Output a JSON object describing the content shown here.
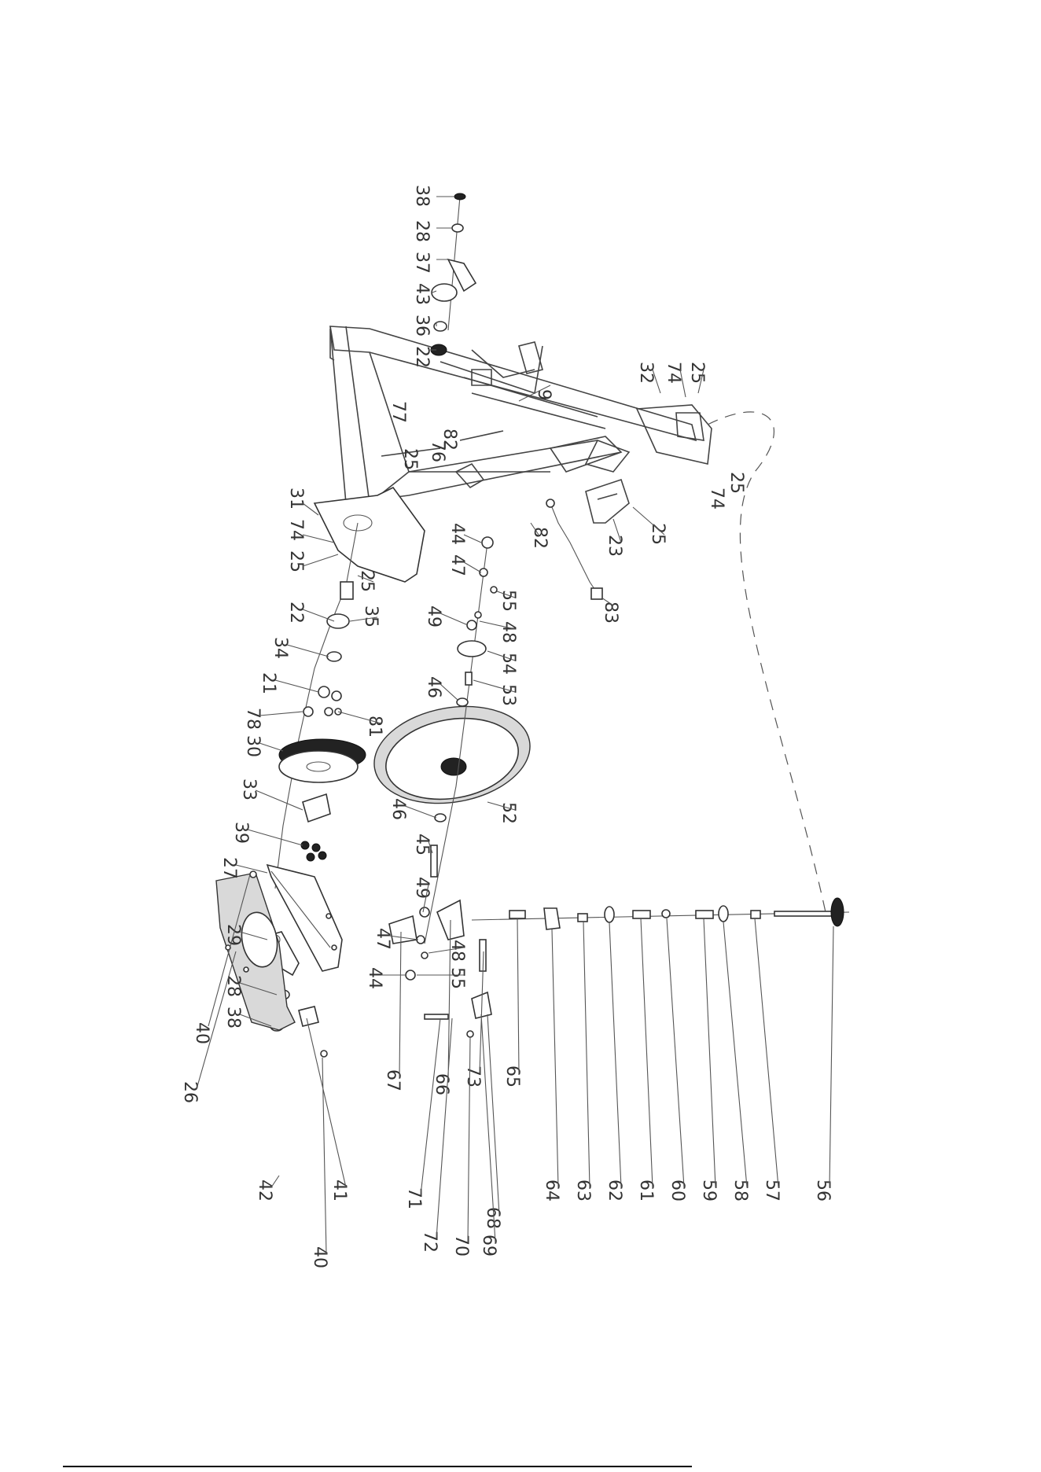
{
  "labels": {
    "l38a": "38",
    "l28a": "28",
    "l37": "37",
    "l43": "43",
    "l36": "36",
    "l22a": "22",
    "l9": "9",
    "l25a": "25",
    "l74a": "74",
    "l32": "32",
    "l25b": "25",
    "l74b": "74",
    "l77": "77",
    "l82a": "82",
    "l76": "76",
    "l25c": "25",
    "l31": "31",
    "l74c": "74",
    "l25d": "25",
    "l25e": "25",
    "l35": "35",
    "l23": "23",
    "l25f": "25",
    "l82b": "82",
    "l83": "83",
    "l44a": "44",
    "l47a": "47",
    "l55a": "55",
    "l49a": "49",
    "l48a": "48",
    "l54": "54",
    "l46a": "46",
    "l53": "53",
    "l22b": "22",
    "l34": "34",
    "l21": "21",
    "l78": "78",
    "l81": "81",
    "l30": "30",
    "l33": "33",
    "l39": "39",
    "l27": "27",
    "l29": "29",
    "l28b": "28",
    "l38b": "38",
    "l52": "52",
    "l46b": "46",
    "l45": "45",
    "l49b": "49",
    "l47b": "47",
    "l48b": "48",
    "l55b": "55",
    "l44b": "44",
    "l40a": "40",
    "l26": "26",
    "l42": "42",
    "l41": "41",
    "l40b": "40",
    "l67": "67",
    "l66": "66",
    "l73": "73",
    "l65": "65",
    "l68": "68",
    "l71": "71",
    "l72": "72",
    "l70": "70",
    "l69": "69",
    "l64": "64",
    "l63": "63",
    "l62": "62",
    "l61": "61",
    "l60": "60",
    "l59": "59",
    "l58": "58",
    "l57": "57",
    "l56": "56"
  }
}
